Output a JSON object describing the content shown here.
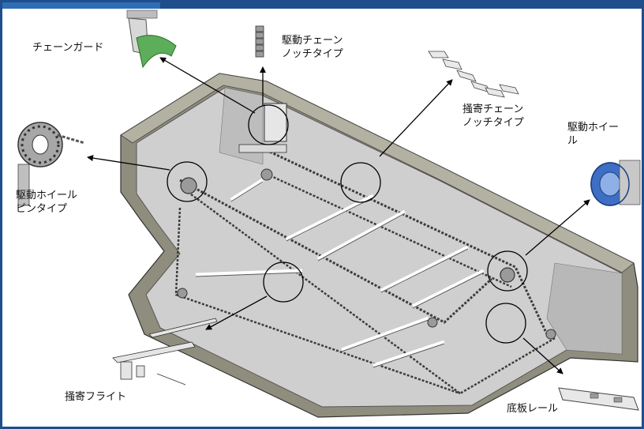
{
  "labels": {
    "chain_guard": "チェーンガード",
    "drive_chain_notch": "駆動チェーン\nノッチタイプ",
    "rake_chain_notch": "掻寄チェーン\nノッチタイプ",
    "drive_wheel": "駆動ホイー\nル",
    "drive_wheel_pin": "駆動ホイール\nピンタイプ",
    "rake_flight": "掻寄フライト",
    "bottom_rail": "底板レール"
  },
  "colors": {
    "frame": "#1f4e8c",
    "chain_guard": "#5cae5a",
    "drive_wheel": "#3f6fc4",
    "tank_wall": "#8f8e7e",
    "tank_inner": "#cfcfcf"
  }
}
